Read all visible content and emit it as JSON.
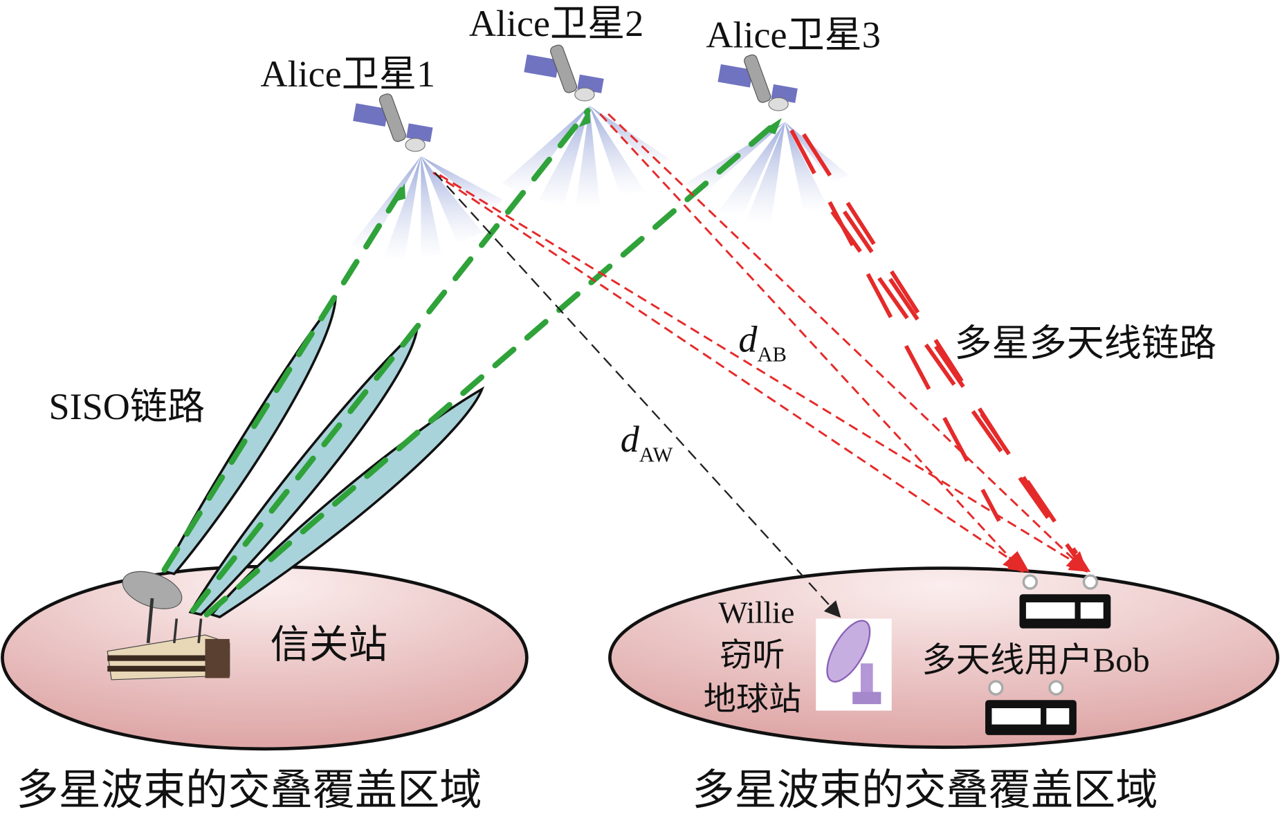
{
  "satellites": [
    {
      "label": "Alice卫星1"
    },
    {
      "label": "Alice卫星2"
    },
    {
      "label": "Alice卫星3"
    }
  ],
  "links": {
    "siso": "SISO链路",
    "multi": "多星多天线链路",
    "d_ab": {
      "main": "d",
      "sub": "AB"
    },
    "d_aw": {
      "main": "d",
      "sub": "AW"
    }
  },
  "ground": {
    "gateway": "信关站",
    "willie_line1": "Willie",
    "willie_line2": "窃听",
    "willie_line3": "地球站",
    "bob": "多天线用户Bob"
  },
  "captions": {
    "left": "多星波束的交叠覆盖区域",
    "right": "多星波束的交叠覆盖区域"
  },
  "colors": {
    "green": "#2fa23a",
    "red": "#e52a2a",
    "ellipse": "#e4a9a9",
    "beam": "#a9d3da"
  }
}
